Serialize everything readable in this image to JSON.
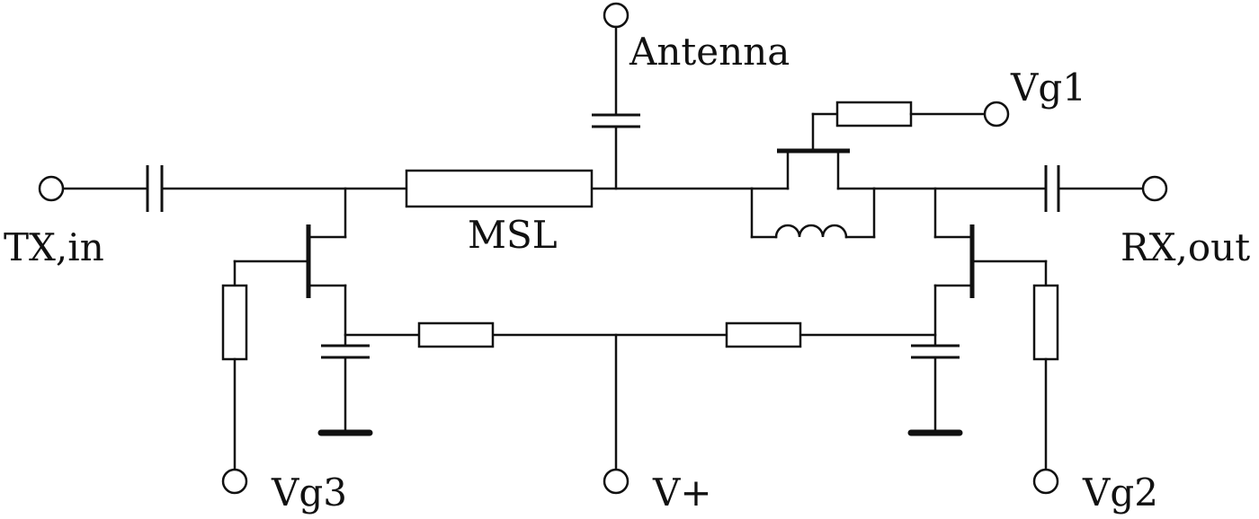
{
  "labels": {
    "antenna": "Antenna",
    "vg1": "Vg1",
    "tx_in": "TX,in",
    "msl": "MSL",
    "rx_out": "RX,out",
    "vg3": "Vg3",
    "v_plus": "V+",
    "vg2": "Vg2"
  }
}
